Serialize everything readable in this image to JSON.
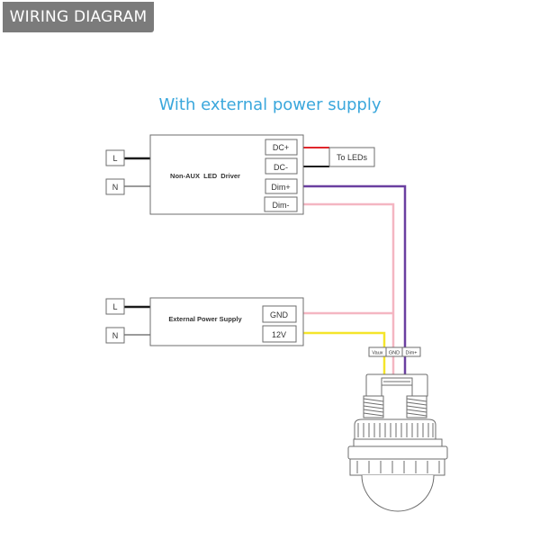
{
  "header": {
    "title": "WIRING DIAGRAM"
  },
  "subtitle": "With external power supply",
  "driver": {
    "label": "Non-AUX  LED  Driver",
    "input_terminals": [
      "L",
      "N"
    ],
    "output_terminals": [
      "DC+",
      "DC-",
      "Dim+",
      "Dim-"
    ],
    "to_leds_label": "To LEDs"
  },
  "power_supply": {
    "label": "External Power Supply",
    "input_terminals": [
      "L",
      "N"
    ],
    "output_terminals": [
      "GND",
      "12V"
    ]
  },
  "sensor": {
    "terminals": [
      "Vaux",
      "GND",
      "Dim+"
    ]
  },
  "wire_colors": {
    "line": "#1a1a1a",
    "neutral": "#7a7a7a",
    "dc_plus": "#e0262b",
    "dc_minus": "#1a1a1a",
    "dim_plus": "#6a3fa0",
    "dim_minus": "#f4b6c2",
    "gnd": "#f4b6c2",
    "v12": "#f5e52a"
  }
}
